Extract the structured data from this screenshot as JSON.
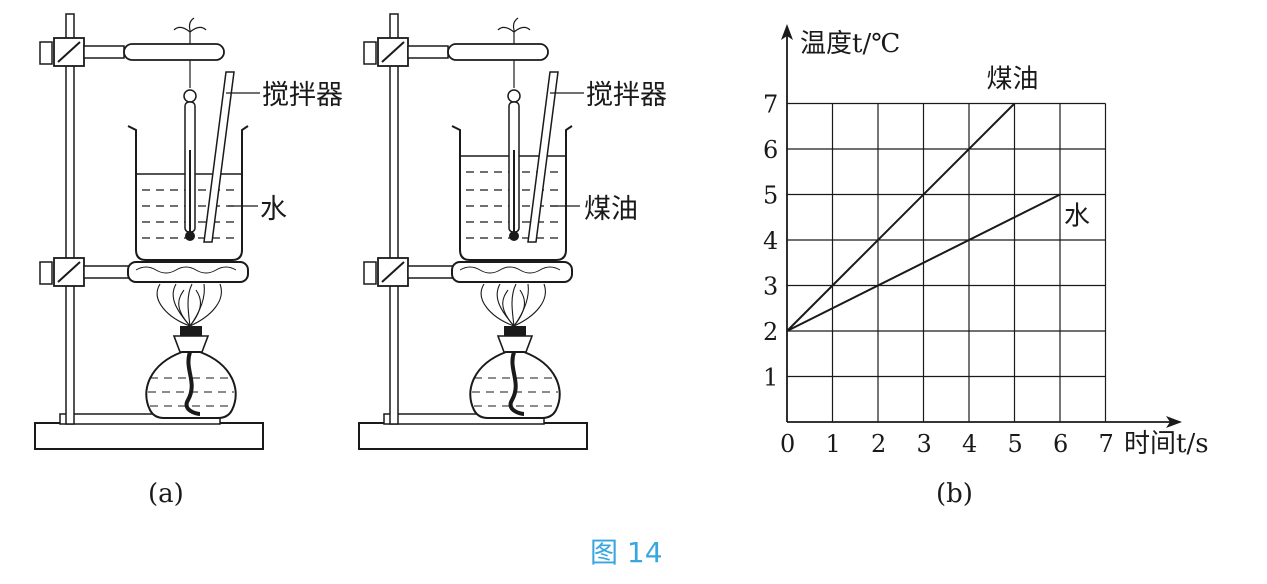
{
  "apparatus": {
    "a": {
      "stirrer_label": "搅拌器",
      "liquid_label": "水",
      "caption": "(a)"
    },
    "b": {
      "stirrer_label": "搅拌器",
      "liquid_label": "煤油"
    }
  },
  "figure_caption": "图 14",
  "chart_data": {
    "type": "line",
    "caption": "(b)",
    "ylabel": "温度t/℃",
    "xlabel": "时间t/s",
    "origin_label": "0",
    "xlim": [
      0,
      7
    ],
    "ylim": [
      0,
      7
    ],
    "xticks": [
      0,
      1,
      2,
      3,
      4,
      5,
      6,
      7
    ],
    "yticks": [
      1,
      2,
      3,
      4,
      5,
      6,
      7
    ],
    "grid": true,
    "series": [
      {
        "name": "煤油",
        "x": [
          0,
          5
        ],
        "y": [
          2,
          7
        ]
      },
      {
        "name": "水",
        "x": [
          0,
          6
        ],
        "y": [
          2,
          5
        ]
      }
    ]
  }
}
